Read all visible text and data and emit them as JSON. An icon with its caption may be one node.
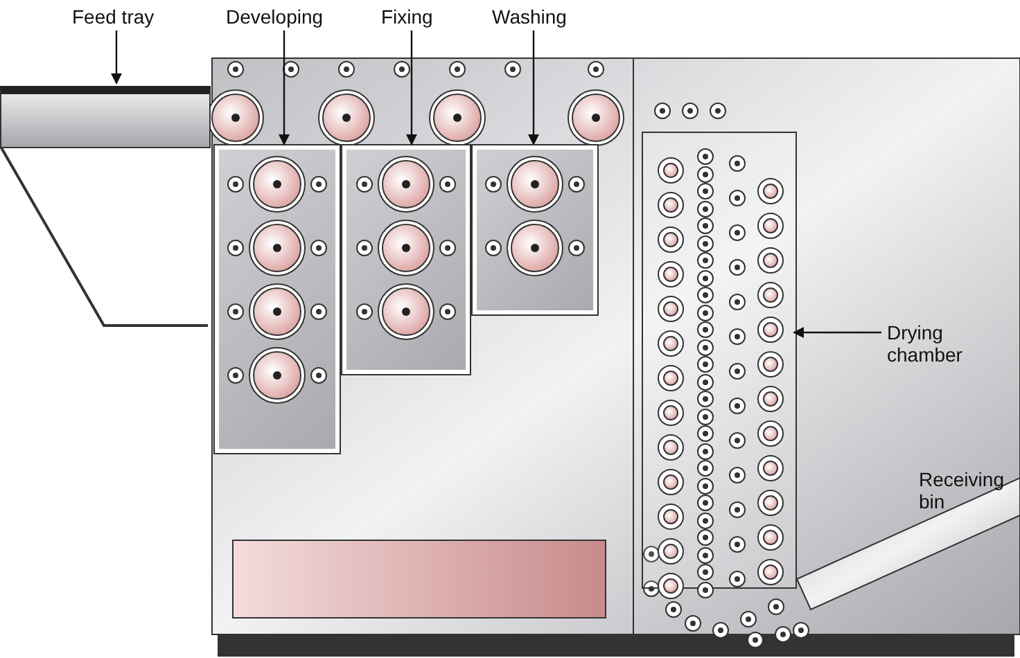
{
  "diagram": {
    "nodes": [
      {
        "text": [
          "Feed tray"
        ]
      },
      {
        "text": [],
        "shape": "box"
      },
      {
        "text": [
          "Developing"
        ]
      },
      {
        "text": [],
        "shape": "box"
      },
      {
        "text": [
          "Fixing"
        ]
      },
      {
        "text": [],
        "shape": "box"
      },
      {
        "text": [
          "Washing"
        ]
      },
      {
        "text": [],
        "shape": "box"
      },
      {
        "text": [
          "Drying chamber"
        ]
      },
      {
        "text": [],
        "shape": "box"
      }
    ],
    "edges": [
      {
        "from": 0,
        "to": 1,
        "arrow": "to"
      },
      {
        "from": 2,
        "to": 3,
        "arrow": "to"
      },
      {
        "from": 4,
        "to": 5,
        "arrow": "to"
      },
      {
        "from": 6,
        "to": 7,
        "arrow": "to"
      },
      {
        "from": 8,
        "to": 9,
        "arrow": "to"
      }
    ],
    "labels": [
      "Receiving bin"
    ]
  }
}
